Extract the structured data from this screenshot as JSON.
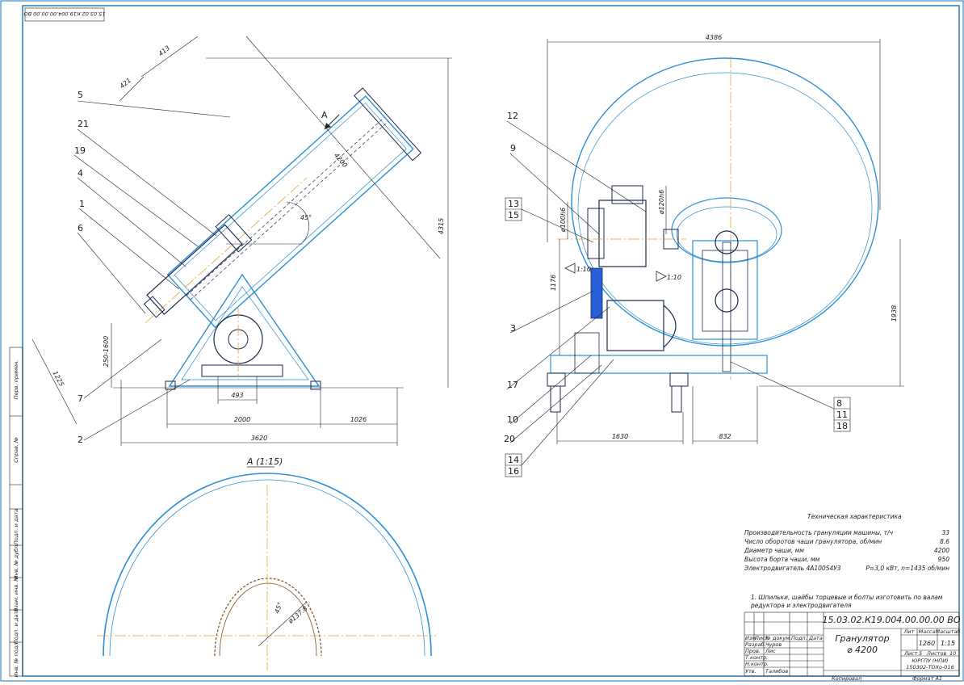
{
  "drawing": {
    "corner_code": "15.03.02.К19.004.00.00.00 ВО",
    "positions": [
      "5",
      "21",
      "19",
      "4",
      "1",
      "6",
      "7",
      "2",
      "12",
      "9",
      "13",
      "15",
      "3",
      "17",
      "10",
      "20",
      "14",
      "16",
      "8",
      "11",
      "18"
    ],
    "view_label": "A",
    "section_label": "A (1:15)"
  },
  "dims_left": {
    "d3620": "3620",
    "d2000": "2000",
    "d1026": "1026",
    "d493": "493",
    "d4200": "4200",
    "d4315": "4315",
    "d1225": "1225",
    "d250": "250-1600",
    "d413": "413",
    "d421": "421",
    "d45": "45°"
  },
  "dims_right": {
    "d4386": "4386",
    "d1630": "1630",
    "d832": "832",
    "d1938": "1938",
    "d1176": "1176",
    "dhole1": "ø100h6",
    "dhole2": "ø120h6",
    "tol1": "1:10",
    "tol2": "1:10"
  },
  "dims_section": {
    "d1378": "ø137.8",
    "d45s": "45°"
  },
  "spec": {
    "heading": "Техническая характеристика",
    "rows": [
      {
        "label": "Производительность грануляции машины, т/ч",
        "value": "33"
      },
      {
        "label": "Число оборотов чаши гранулятора, об/мин",
        "value": "8.6"
      },
      {
        "label": "Диаметр чаши, мм",
        "value": "4200"
      },
      {
        "label": "Высота борта чаши, мм",
        "value": "950"
      },
      {
        "label": "Электродвигатель 4А100S4У3",
        "value": "P=3,0 кВт, n=1435 об/мин"
      }
    ],
    "note_line1": "1. Шпильки, шайбы торцевые и болты изготовить по валам",
    "note_line2": "редуктора и электродвигателя"
  },
  "title_block": {
    "code": "15.03.02.К19.004.00.00.00 ВО",
    "name_line1": "Гранулятор",
    "name_line2": "⌀ 4200",
    "col_lit": "Лит",
    "col_mass": "Масса",
    "col_scale": "Масштаб",
    "mass_value": "1260",
    "scale_value": "1:15",
    "sheet_label": "Лист",
    "sheet_num": "5",
    "sheets_label": "Листов",
    "sheets_num": "10",
    "org_line1": "ЮРГПУ (НПИ)",
    "org_line2": "150302-ТОХо-016",
    "row_labels": [
      "Изм",
      "Лист",
      "№ докум.",
      "Подп.",
      "Дата"
    ],
    "people": [
      {
        "role": "Разраб.",
        "name": "Чуров"
      },
      {
        "role": "Пров.",
        "name": "Лис"
      },
      {
        "role": "Т.контр.",
        "name": ""
      },
      {
        "role": "Н.контр.",
        "name": ""
      },
      {
        "role": "Утв.",
        "name": "Талибов"
      }
    ],
    "copied": "Копировал",
    "format": "Формат А1"
  },
  "side_strip": {
    "l1": "Перв. примен.",
    "l2": "Справ. №",
    "l3": "Подп. и дата",
    "l4": "Инв. № дубл.",
    "l5": "Взам. инв. №",
    "l6": "Подп. и дата",
    "l7": "Инв. № подл."
  }
}
